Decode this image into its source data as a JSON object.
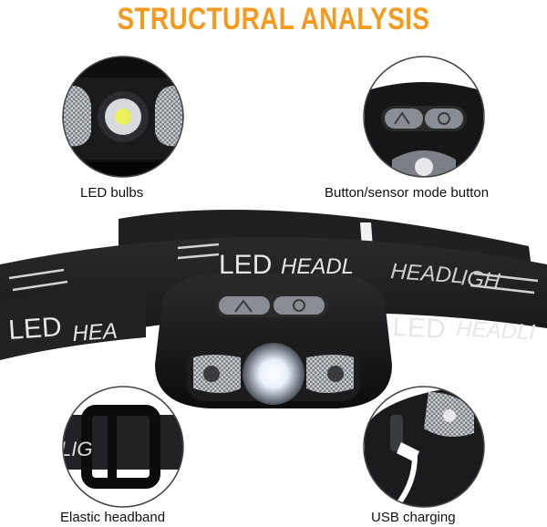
{
  "header": {
    "title": "STRUCTURAL ANALYSIS",
    "title_color": "#f39a1f"
  },
  "product": {
    "strap_text_front": "LED HEADL",
    "strap_text_left": "LED HEA",
    "strap_text_right": "LED HEADLI",
    "strap_text_back": "HEADL  IGH",
    "strap_color": "#1b1b1d",
    "housing_color": "#111111",
    "button_color": "#8a8d93"
  },
  "callouts": [
    {
      "id": "led-bulbs",
      "label": "LED bulbs",
      "icon": "led-icon"
    },
    {
      "id": "button-sensor",
      "label": "Button/sensor mode button",
      "icon": "button-icon"
    },
    {
      "id": "elastic-headband",
      "label": "Elastic headband",
      "icon": "buckle-icon"
    },
    {
      "id": "usb-charging",
      "label": "USB charging",
      "icon": "usb-port-icon"
    }
  ]
}
